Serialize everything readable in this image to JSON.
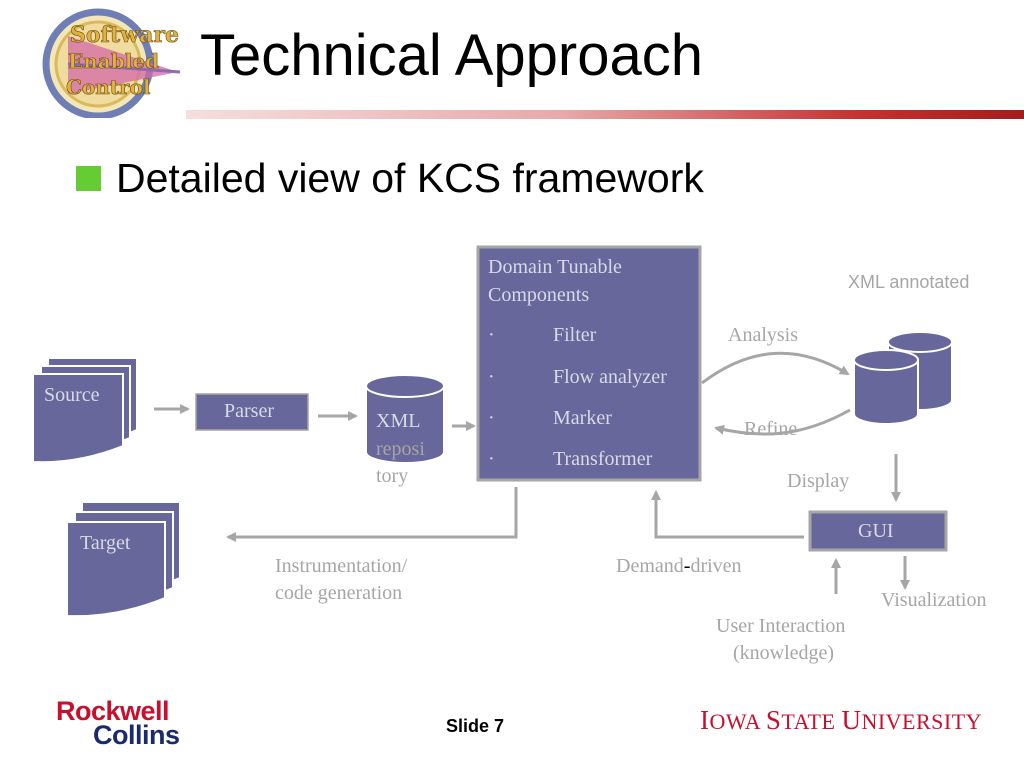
{
  "slide": {
    "title": "Technical Approach",
    "bullet": "Detailed view of KCS framework",
    "footer_slide": "Slide 7"
  },
  "logo": {
    "line1": "Software",
    "line2": "Enabled",
    "line3": "Control"
  },
  "diagram": {
    "source": "Source",
    "parser": "Parser",
    "xml_repo": [
      "XML",
      "reposi",
      "tory"
    ],
    "dtc_title": [
      "Domain Tunable",
      "Components"
    ],
    "dtc_items": [
      {
        "bullet": "·",
        "label": "Filter"
      },
      {
        "bullet": "·",
        "label": "Flow analyzer"
      },
      {
        "bullet": "·",
        "label": "Marker"
      },
      {
        "bullet": "·",
        "label": "Transformer"
      }
    ],
    "xml_annotated": "XML annotated",
    "analysis": "Analysis",
    "refine": "Refine",
    "display": "Display",
    "gui": "GUI",
    "target": "Target",
    "instrumentation": [
      "Instrumentation/",
      "code generation"
    ],
    "demand": "Demand",
    "dash": "-",
    "driven": "driven",
    "visualization": "Visualization",
    "user_interaction": [
      "User Interaction",
      "(knowledge)"
    ]
  },
  "footer": {
    "rockwell_line1": "Rockwell",
    "rockwell_line2": "Collins",
    "isu_I": "I",
    "isu_owa": "OWA ",
    "isu_S": "S",
    "isu_tate": "TATE ",
    "isu_U": "U",
    "isu_niversity": "NIVERSITY"
  },
  "colors": {
    "box_fill": "#67679b",
    "box_stroke": "#a6a6a6",
    "arrow": "#a6a6a6",
    "label": "#a6a6a6",
    "bullet": "#66cc33",
    "accent_red": "#c8102e"
  }
}
